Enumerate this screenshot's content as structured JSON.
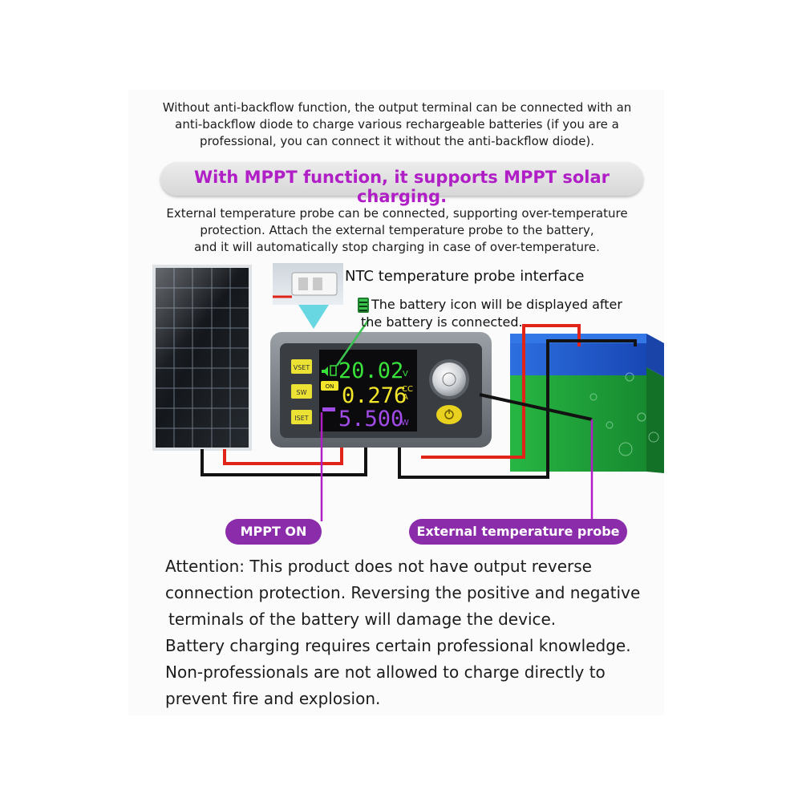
{
  "intro": {
    "lines": [
      "Without anti-backflow function, the output terminal can be connected with an",
      "anti-backflow diode to charge various rechargeable batteries (if you are a",
      "professional, you can connect it without the anti-backflow diode)."
    ]
  },
  "mppt_banner": "With MPPT function, it supports MPPT solar charging.",
  "probe_intro": {
    "lines": [
      "External temperature probe can be connected, supporting over-temperature",
      "protection. Attach the external temperature probe to the battery,",
      "and it will automatically stop charging in case of over-temperature."
    ]
  },
  "callouts": {
    "ntc": "NTC temperature probe interface",
    "battery_line1": "The battery icon will be displayed after",
    "battery_line2": "the battery is connected."
  },
  "device": {
    "buttons": {
      "vset": "VSET",
      "sw": "SW",
      "iset": "ISET"
    },
    "voltage": "20.02",
    "voltage_unit": "V",
    "current": "0.276",
    "current_unit": "A",
    "mode": "CC",
    "power": "5.500",
    "power_unit": "W",
    "on_badge": "ON"
  },
  "tags": {
    "mppt_on": "MPPT ON",
    "external_probe": "External temperature probe"
  },
  "attention": {
    "lines": [
      "Attention: This product does not have output reverse",
      "connection protection. Reversing the positive and negative",
      "terminals of the battery will damage the device.",
      "Battery charging requires certain professional knowledge.",
      "Non-professionals are not allowed to charge directly to",
      "prevent fire and explosion."
    ]
  },
  "colors": {
    "accent_purple": "#b01ec6",
    "tag_purple": "#8b2cab",
    "lcd_voltage": "#39e23a",
    "lcd_current": "#f4e62a",
    "lcd_power": "#a24ce8",
    "battery_blue": "#1c5ed6",
    "battery_green": "#21a83c"
  }
}
